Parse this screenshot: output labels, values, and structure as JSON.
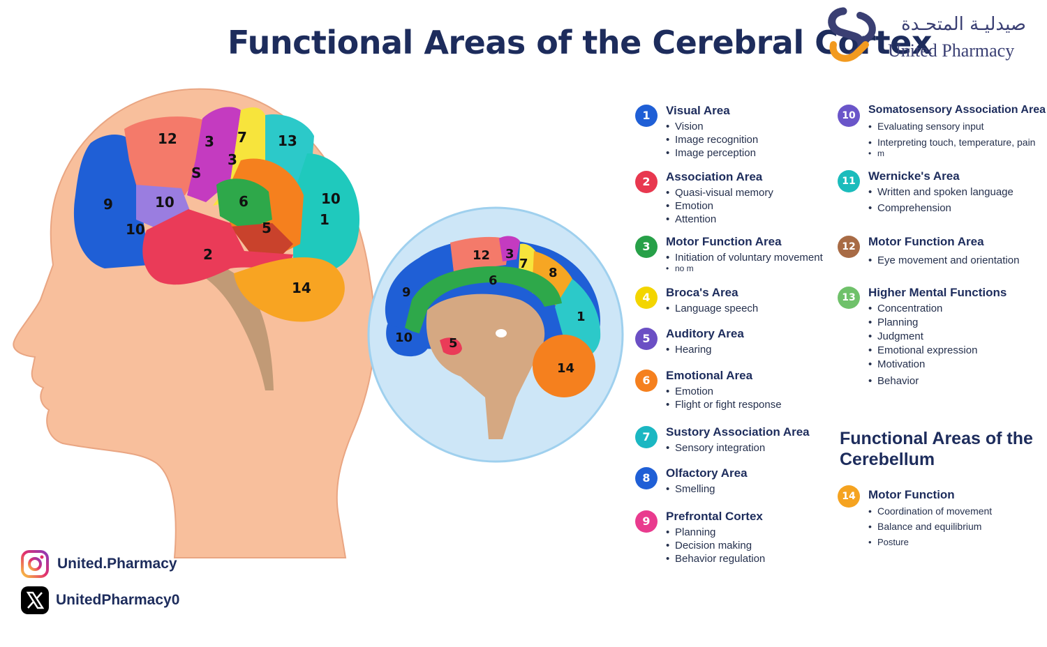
{
  "title": "Functional Areas of the Cerebral Cortex",
  "logo": {
    "arabic": "صيدليـة المتحـدة",
    "english": "United Pharmacy",
    "colors": {
      "navy": "#3a3f73",
      "orange": "#f29a1f"
    }
  },
  "diagram": {
    "head_labels": [
      "12",
      "3",
      "7",
      "13",
      "3",
      "9",
      "S",
      "10",
      "6",
      "10",
      "10",
      "1",
      "5",
      "2",
      "14"
    ],
    "section_labels": [
      "12",
      "3",
      "7",
      "8",
      "6",
      "9",
      "1",
      "10",
      "5",
      "14"
    ]
  },
  "legend": [
    {
      "number": "1",
      "title": "Visual Area",
      "bullets": [
        "Vision",
        "Image recognition",
        "Image perception"
      ],
      "color": "#1f5fd6"
    },
    {
      "number": "2",
      "title": "Association Area",
      "bullets": [
        "Quasi-visual memory",
        "Emotion",
        "Attention"
      ],
      "color": "#e8384f"
    },
    {
      "number": "3",
      "title": "Motor Function Area",
      "bullets": [
        "Initiation of voluntary movement",
        "no m"
      ],
      "color": "#27a048"
    },
    {
      "number": "4",
      "title": "Broca's Area",
      "bullets": [
        "Language speech"
      ],
      "color": "#f3d500"
    },
    {
      "number": "5",
      "title": "Auditory Area",
      "bullets": [
        "Hearing"
      ],
      "color": "#6b4fc4"
    },
    {
      "number": "6",
      "title": "Emotional Area",
      "bullets": [
        "Emotion",
        "Flight or fight response"
      ],
      "color": "#f5801e"
    },
    {
      "number": "7",
      "title": "Sustory Association Area",
      "bullets": [
        "Sensory integration"
      ],
      "color": "#1bb7c2"
    },
    {
      "number": "8",
      "title": "Olfactory Area",
      "bullets": [
        "Smelling"
      ],
      "color": "#1f5fd6"
    },
    {
      "number": "9",
      "title": "Prefrontal Cortex",
      "bullets": [
        "Planning",
        "Decision making",
        "Behavior regulation"
      ],
      "color": "#e93b8e"
    },
    {
      "number": "10",
      "title": "Somatosensory Association Area",
      "bullets": [
        "Evaluating sensory input",
        "Interpreting touch, temperature, pain",
        "m"
      ],
      "color": "#6a55c9"
    },
    {
      "number": "11",
      "title": "Wernicke's Area",
      "bullets": [
        "Written and spoken language",
        "Comprehension"
      ],
      "color": "#1bbcbc"
    },
    {
      "number": "12",
      "title": "Motor Function Area",
      "bullets": [
        "Eye movement and orientation"
      ],
      "color": "#a86b45"
    },
    {
      "number": "13",
      "title": "Higher Mental Functions",
      "bullets": [
        "Concentration",
        "Planning",
        "Judgment",
        "Emotional expression",
        "Motivation",
        "Behavior"
      ],
      "color": "#6fc16a"
    }
  ],
  "cerebellum": {
    "heading": "Functional Areas of the Cerebellum",
    "item": {
      "number": "14",
      "title": "Motor Function",
      "bullets": [
        "Coordination of movement",
        "Balance and equilibrium",
        "Posture"
      ],
      "color": "#f5a320"
    }
  },
  "social": {
    "instagram": "United.Pharmacy",
    "x": "UnitedPharmacy0"
  }
}
